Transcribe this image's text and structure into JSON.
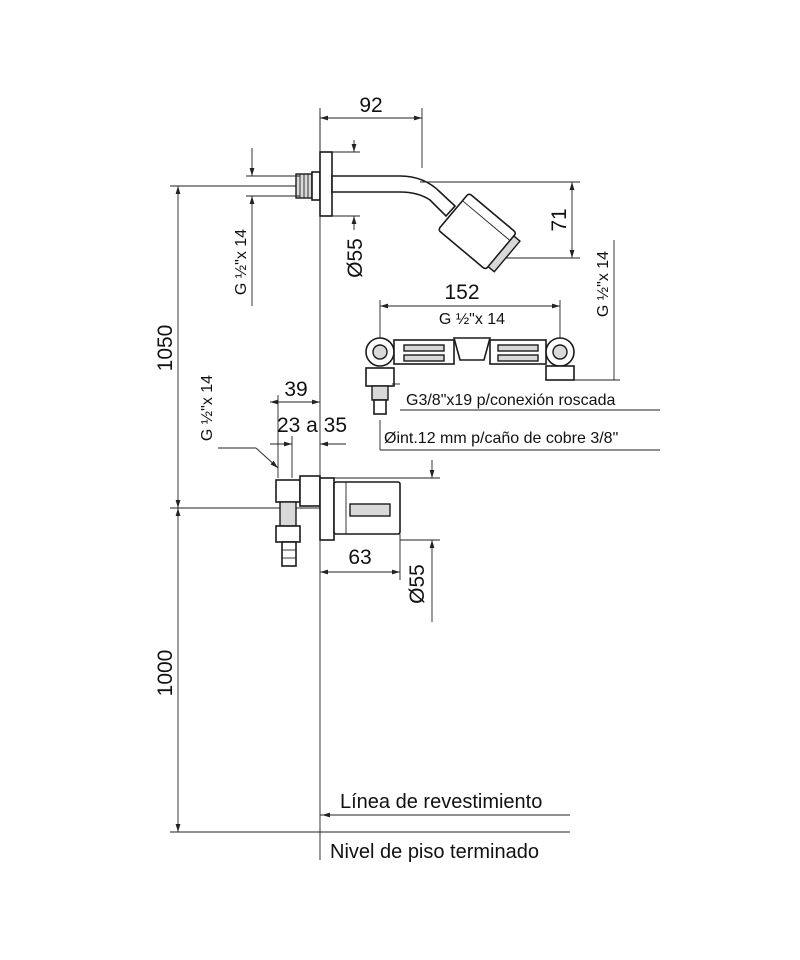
{
  "colors": {
    "line": "#222222",
    "fill_light": "#d9d9d9",
    "background": "#ffffff"
  },
  "dimensions": {
    "shower_arm_length": "92",
    "shower_head_drop": "71",
    "flange_diameter_top": "Ø55",
    "thread_left_top": "G ½\"x 14",
    "thread_right": "G ½\"x 14",
    "valve_body_width": "152",
    "valve_body_thread": "G ½\"x 14",
    "side_valve_depth": "39",
    "recess_range": "23 a 35",
    "thread_left_mid": "G ½\"x 14",
    "handle_projection": "63",
    "flange_diameter_bottom": "Ø55",
    "height_to_shower": "1050",
    "height_to_valve": "1000"
  },
  "notes": {
    "conexion": "G3/8\"x19 p/conexión roscada",
    "cobre": "Øint.12 mm p/caño de cobre 3/8\"",
    "linea": "Línea de revestimiento",
    "nivel": "Nivel de piso terminado"
  }
}
